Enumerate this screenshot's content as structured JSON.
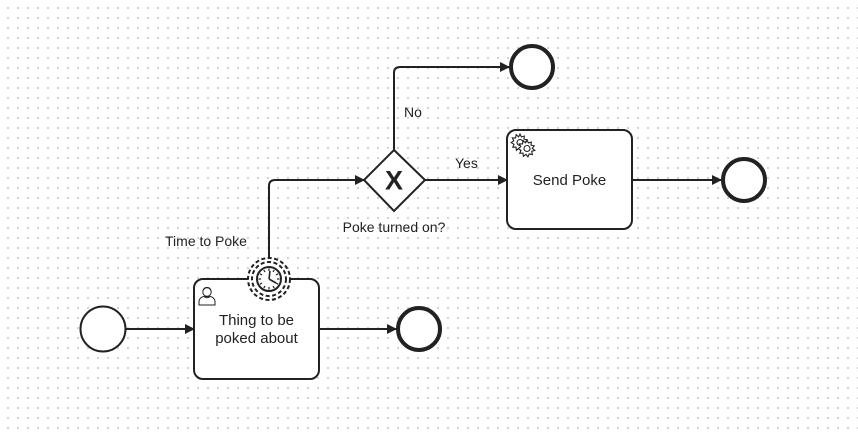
{
  "diagram": {
    "tasks": {
      "user_task": {
        "label_line1": "Thing to be",
        "label_line2": "poked about"
      },
      "service_task": {
        "label": "Send Poke"
      }
    },
    "gateway": {
      "label": "Poke turned on?",
      "marker": "X"
    },
    "boundary_timer": {
      "label": "Time to Poke"
    },
    "flow_labels": {
      "yes": "Yes",
      "no": "No"
    },
    "icons": [
      "user-icon",
      "gear-icon",
      "clock-icon"
    ],
    "colors": {
      "stroke": "#222222",
      "background": "#ffffff",
      "grid_dot": "#cfcfcf"
    }
  }
}
